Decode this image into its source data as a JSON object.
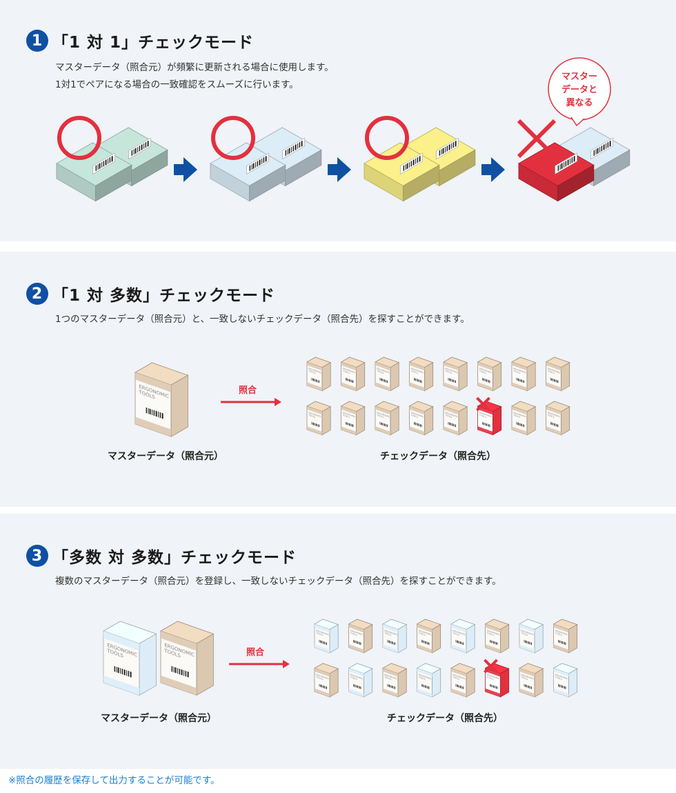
{
  "sections": [
    {
      "number": "1",
      "title": "「1 対 1」チェックモード",
      "description_lines": [
        "マスターデータ（照合元）が頻繁に更新される場合に使用します。",
        "1対1でペアになる場合の一致確認をスムーズに行います。"
      ],
      "bubble_lines": [
        "マスター",
        "データと",
        "異なる"
      ]
    },
    {
      "number": "2",
      "title": "「1 対 多数」チェックモード",
      "description_lines": [
        "1つのマスターデータ（照合元）と、一致しないチェックデータ（照合先）を探すことができます。"
      ],
      "arrow_label": "照合",
      "master_label": "マスターデータ（照合元）",
      "check_label": "チェックデータ（照合先）",
      "box_text": [
        "ERGONOMIC",
        "TOOLS"
      ]
    },
    {
      "number": "3",
      "title": "「多数 対 多数」チェックモード",
      "description_lines": [
        "複数のマスターデータ（照合元）を登録し、一致しないチェックデータ（照合先）を探すことができます。"
      ],
      "arrow_label": "照合",
      "master_label": "マスターデータ（照合元）",
      "check_label": "チェックデータ（照合先）",
      "box_text": [
        "ERGONOMIC",
        "TOOLS"
      ]
    }
  ],
  "footnote": "※照合の履歴を保存して出力することが可能です。",
  "colors": {
    "accent_blue": "#0f50a3",
    "match_red": "#e3303f",
    "green_box": "#c6e6dc",
    "blue_box": "#dcedf8",
    "yellow_box": "#fbf08a",
    "beige_box": "#dcc8b0",
    "panel_bg": "#f0f3f7",
    "footnote": "#1b7fd0"
  },
  "icons": [
    "circle-ok-icon",
    "cross-ng-icon",
    "right-arrow-icon",
    "speech-bubble-icon",
    "barcode-icon"
  ]
}
